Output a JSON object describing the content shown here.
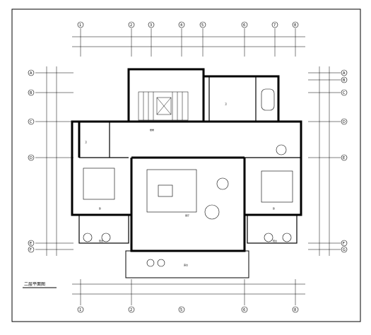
{
  "drawing": {
    "title": "二层平面图",
    "border_color": "#000000",
    "wall_color": "#000000"
  },
  "axes": {
    "top": [
      "1",
      "2",
      "3",
      "4",
      "5",
      "6",
      "7",
      "8"
    ],
    "bottom": [
      "1",
      "2",
      "5",
      "6",
      "8"
    ],
    "left": [
      "A",
      "B",
      "C",
      "D",
      "E",
      "F"
    ],
    "right": [
      "A",
      "B",
      "C",
      "D",
      "E",
      "F",
      "G"
    ]
  },
  "rooms": [
    {
      "label": "楼梯"
    },
    {
      "label": "卫"
    },
    {
      "label": "卫"
    },
    {
      "label": "卧"
    },
    {
      "label": "客厅"
    },
    {
      "label": "卧"
    },
    {
      "label": "阳台"
    },
    {
      "label": "阳台"
    },
    {
      "label": "露台"
    }
  ]
}
